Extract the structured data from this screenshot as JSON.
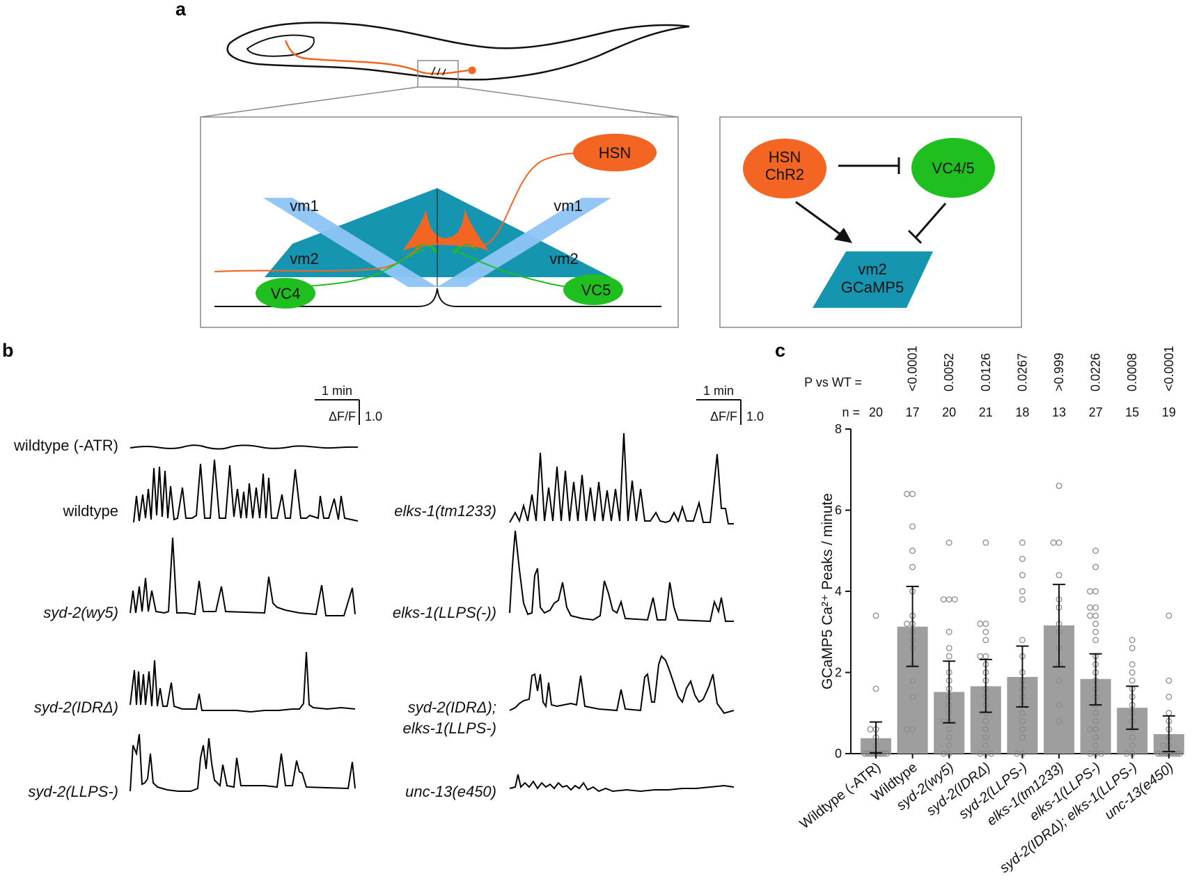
{
  "panels": {
    "a": {
      "letter": "a",
      "cells": {
        "hsn": "HSN",
        "vm1": "vm1",
        "vm2": "vm2",
        "vc4": "VC4",
        "vc5": "VC5"
      },
      "circuit": {
        "hsn_line1": "HSN",
        "hsn_line2": "ChR2",
        "vc": "VC4/5",
        "vm2_line1": "vm2",
        "vm2_line2": "GCaMP5"
      },
      "colors": {
        "hsn": "#f26522",
        "vc": "#1fbf1f",
        "vm1": "#8cc4f5",
        "vm2": "#1695b0",
        "outline": "#111111"
      }
    },
    "b": {
      "letter": "b",
      "scale_time": "1 min",
      "scale_signal": "ΔF/F",
      "scale_signal_value": "1.0",
      "traces_left": [
        {
          "label": "wildtype (-ATR)",
          "italic": false
        },
        {
          "label": "wildtype",
          "italic": false
        },
        {
          "label": "syd-2(wy5)",
          "italic": true
        },
        {
          "label": "syd-2(IDRΔ)",
          "italic": true
        },
        {
          "label": "syd-2(LLPS-)",
          "italic": true
        }
      ],
      "traces_right": [
        {
          "label": "elks-1(tm1233)",
          "italic": true
        },
        {
          "label": "elks-1(LLPS(-))",
          "italic": true
        },
        {
          "label": "syd-2(IDRΔ);",
          "label2": "elks-1(LLPS-)",
          "italic": true
        },
        {
          "label": "unc-13(e450)",
          "italic": true
        }
      ]
    },
    "c": {
      "letter": "c",
      "p_label": "P vs WT =",
      "n_label": "n =",
      "p_values": [
        "<0.0001",
        "0.0052",
        "0.0126",
        "0.0267",
        ">0.999",
        "0.0226",
        "0.0008",
        "<0.0001"
      ],
      "n_values": [
        "20",
        "17",
        "20",
        "21",
        "18",
        "13",
        "27",
        "15",
        "19"
      ]
    }
  },
  "chart_data": {
    "type": "bar",
    "title": "",
    "ylabel": "GCaMP5 Ca²⁺ Peaks / minute",
    "xlabel": "",
    "ylim": [
      0,
      8
    ],
    "yticks": [
      "0",
      "2",
      "4",
      "6",
      "8"
    ],
    "categories": [
      "Wildtype (-ATR)",
      "Wildtype",
      "syd-2(wy5)",
      "syd-2(IDRΔ)",
      "syd-2(LLPS-)",
      "elks-1(tm1233)",
      "elks-1(LLPS-)",
      "syd-2(IDRΔ); elks-1(LLPS-)",
      "unc-13(e450)"
    ],
    "values": [
      0.38,
      3.13,
      1.52,
      1.66,
      1.89,
      3.16,
      1.84,
      1.13,
      0.48
    ],
    "error_low": [
      0.02,
      2.15,
      0.76,
      1.02,
      1.15,
      2.14,
      1.2,
      0.6,
      0.05
    ],
    "error_high": [
      0.78,
      4.12,
      2.28,
      2.32,
      2.65,
      4.17,
      2.46,
      1.66,
      0.93
    ],
    "points": [
      [
        3.4,
        1.6,
        0.6,
        0.6,
        0.4,
        0.2,
        0.0,
        0.0,
        0.0,
        0.0,
        0.0,
        0.0,
        0.0,
        0.0,
        0.0,
        0.0,
        0.0,
        0.0,
        0.0,
        0.0
      ],
      [
        6.4,
        6.4,
        5.6,
        5.0,
        4.6,
        4.0,
        3.4,
        3.2,
        3.2,
        3.0,
        2.8,
        2.6,
        2.2,
        1.8,
        1.4,
        0.6,
        0.6
      ],
      [
        5.2,
        3.8,
        3.8,
        3.8,
        3.0,
        2.6,
        2.4,
        2.0,
        1.8,
        1.6,
        1.4,
        1.2,
        1.0,
        0.8,
        0.8,
        0.6,
        0.4,
        0.2,
        0.0,
        0.0
      ],
      [
        5.2,
        3.2,
        3.2,
        3.0,
        2.8,
        2.4,
        2.4,
        2.2,
        2.0,
        1.8,
        1.6,
        1.4,
        1.2,
        1.0,
        0.8,
        0.6,
        0.4,
        0.2,
        0.0,
        0.0,
        0.0
      ],
      [
        5.2,
        4.8,
        4.4,
        4.0,
        3.8,
        2.8,
        2.4,
        2.0,
        1.8,
        1.6,
        1.4,
        1.2,
        1.0,
        0.8,
        0.6,
        0.4,
        0.0,
        0.0
      ],
      [
        6.6,
        5.2,
        5.2,
        4.4,
        3.8,
        3.6,
        3.2,
        3.0,
        2.6,
        2.2,
        1.8,
        1.2,
        0.8
      ],
      [
        5.0,
        4.6,
        4.0,
        4.0,
        3.6,
        3.6,
        3.4,
        3.4,
        3.2,
        3.0,
        2.8,
        2.4,
        2.2,
        2.0,
        1.8,
        1.6,
        1.4,
        1.2,
        1.0,
        0.8,
        0.6,
        0.6,
        0.4,
        0.2,
        0.0,
        0.0,
        0.0
      ],
      [
        2.8,
        2.6,
        2.2,
        2.0,
        1.8,
        1.6,
        1.4,
        1.2,
        1.0,
        0.8,
        0.6,
        0.4,
        0.2,
        0.0,
        0.0
      ],
      [
        3.4,
        1.8,
        1.4,
        1.0,
        0.8,
        0.6,
        0.4,
        0.2,
        0.2,
        0.0,
        0.0,
        0.0,
        0.0,
        0.0,
        0.0,
        0.0,
        0.0,
        0.0,
        0.0
      ]
    ],
    "bar_color": "#9e9e9f",
    "point_color": "#8a8a8a",
    "grid": false,
    "legend": "none"
  }
}
